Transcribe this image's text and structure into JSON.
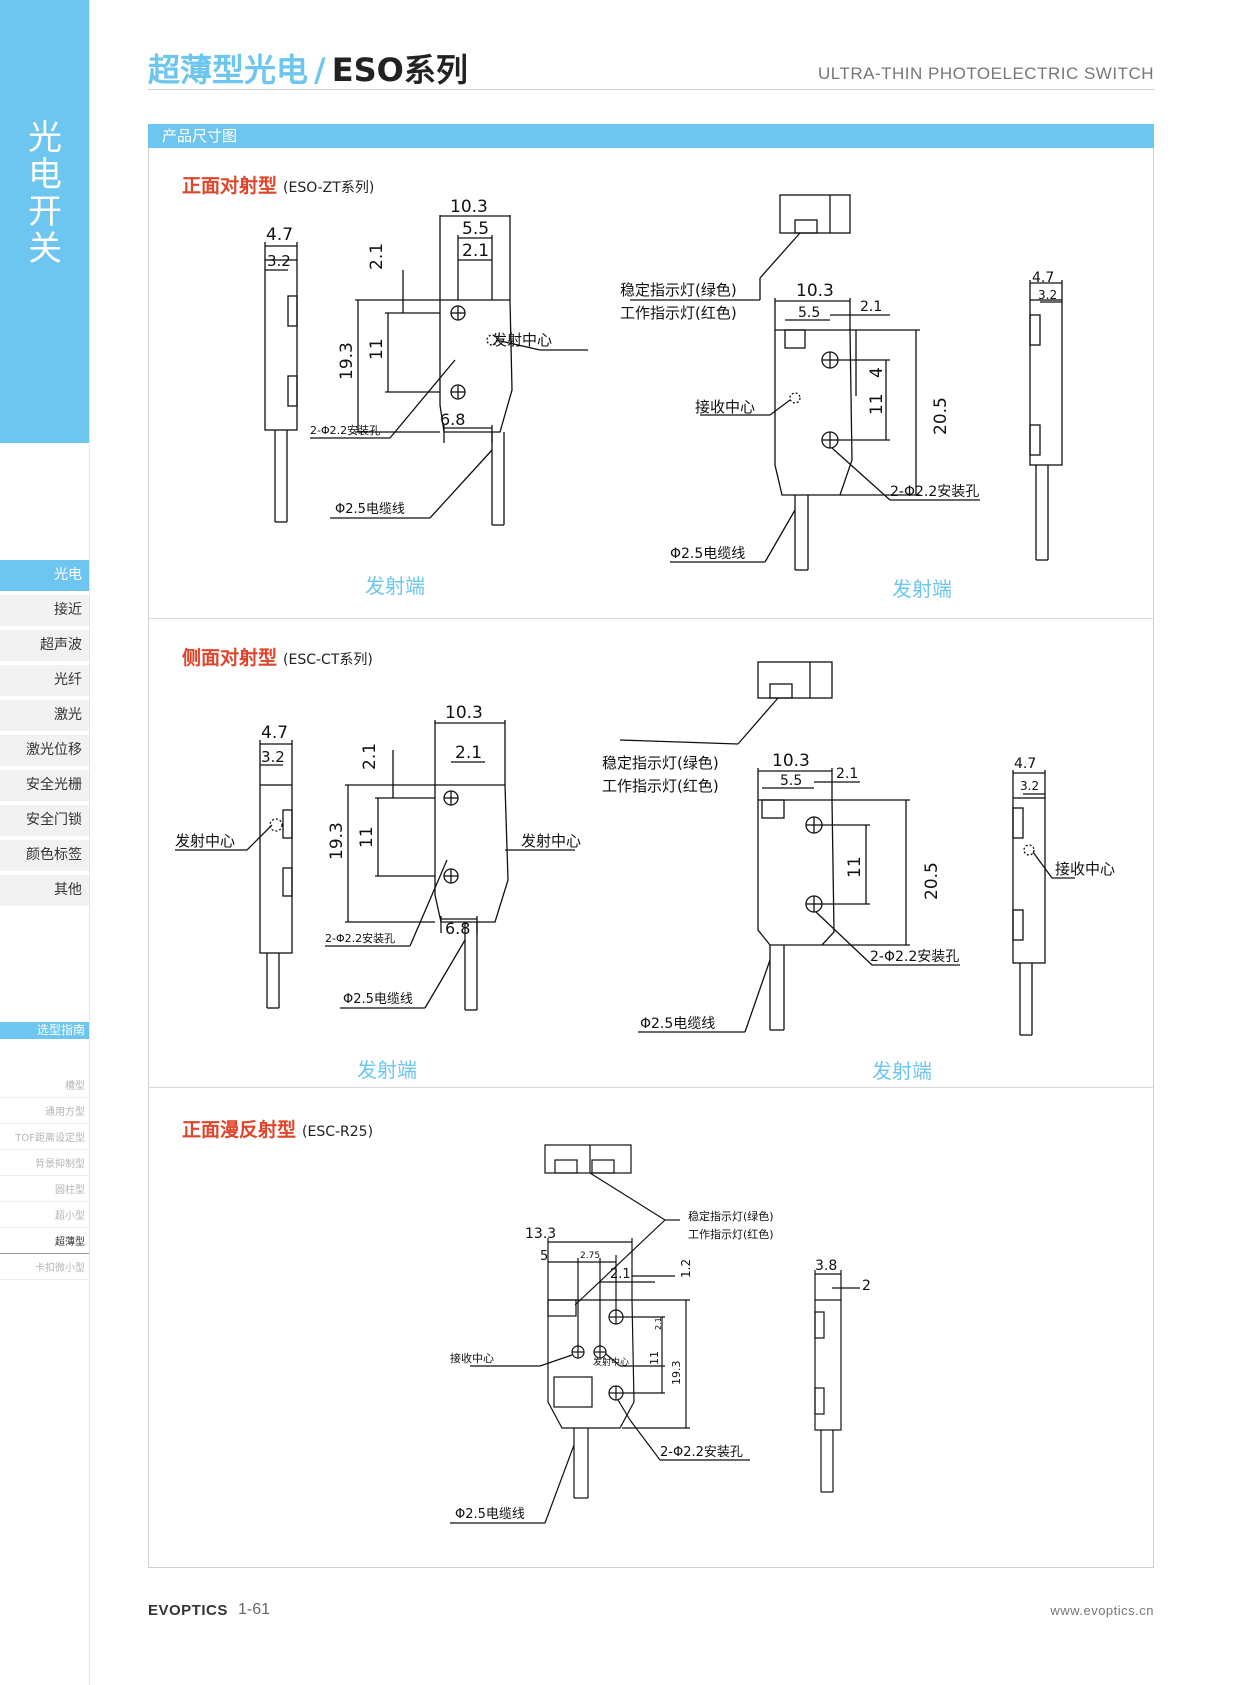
{
  "sidebar": {
    "vertical_title": "光电开关",
    "categories": [
      "光电",
      "接近",
      "超声波",
      "光纤",
      "激光",
      "激光位移",
      "安全光栅",
      "安全门锁",
      "颜色标签",
      "其他"
    ],
    "active_category": "光电",
    "guide_label": "选型指南",
    "guide_items": [
      "槽型",
      "通用方型",
      "TOF距离设定型",
      "背景抑制型",
      "圆柱型",
      "超小型",
      "超薄型",
      "卡扣微小型"
    ],
    "active_guide_item": "超薄型"
  },
  "header": {
    "title_cn": "超薄型光电",
    "slash": "/",
    "title_series": "ESO系列",
    "title_en": "ULTRA-THIN PHOTOELECTRIC SWITCH"
  },
  "section_bar": "产品尺寸图",
  "sections": [
    {
      "title": "正面对射型",
      "model": "(ESO-ZT系列)",
      "left_drawing": {
        "dims": {
          "side_outer": "4.7",
          "side_inner": "3.2",
          "width": "10.3",
          "w1": "5.5",
          "w2": "2.1",
          "top": "2.1",
          "height": "19.3",
          "hole": "11",
          "bottom": "6.8"
        },
        "labels": {
          "center": "发射中心",
          "holes": "2-Φ2.2安装孔",
          "cable": "Φ2.5电缆线"
        }
      },
      "right_drawing": {
        "dims": {
          "width": "10.3",
          "w1": "5.5",
          "w2": "2.1",
          "d4": "4",
          "hole": "11",
          "height": "20.5",
          "side_outer": "4.7",
          "side_inner": "3.2"
        },
        "labels": {
          "led_green": "稳定指示灯(绿色)",
          "led_red": "工作指示灯(红色)",
          "center": "接收中心",
          "holes": "2-Φ2.2安装孔",
          "cable": "Φ2.5电缆线"
        }
      },
      "end_left": "发射端",
      "end_right": "发射端"
    },
    {
      "title": "侧面对射型",
      "model": "(ESC-CT系列)",
      "left_drawing": {
        "dims": {
          "side_outer": "4.7",
          "side_inner": "3.2",
          "width": "10.3",
          "w2": "2.1",
          "top": "2.1",
          "height": "19.3",
          "hole": "11",
          "bottom": "6.8"
        },
        "labels": {
          "side_center": "发射中心",
          "center": "发射中心",
          "holes": "2-Φ2.2安装孔",
          "cable": "Φ2.5电缆线"
        }
      },
      "right_drawing": {
        "dims": {
          "width": "10.3",
          "w1": "5.5",
          "w2": "2.1",
          "hole": "11",
          "height": "20.5",
          "side_outer": "4.7",
          "side_inner": "3.2"
        },
        "labels": {
          "led_green": "稳定指示灯(绿色)",
          "led_red": "工作指示灯(红色)",
          "side_center": "接收中心",
          "holes": "2-Φ2.2安装孔",
          "cable": "Φ2.5电缆线"
        }
      },
      "end_left": "发射端",
      "end_right": "发射端"
    },
    {
      "title": "正面漫反射型",
      "model": "(ESC-R25)",
      "drawing": {
        "dims": {
          "width": "13.3",
          "w1": "5",
          "w2": "2.75",
          "w3": "2.1",
          "top": "1.2",
          "small": "2.1",
          "hole": "11",
          "height": "19.3",
          "side_outer": "3.8",
          "side_inner": "2"
        },
        "labels": {
          "led_green": "稳定指示灯(绿色)",
          "led_red": "工作指示灯(红色)",
          "recv": "接收中心",
          "emit": "发射中心",
          "holes": "2-Φ2.2安装孔",
          "cable": "Φ2.5电缆线"
        }
      }
    }
  ],
  "footer": {
    "logo": "EVOPTICS",
    "page": "1-61",
    "website": "www.evoptics.cn"
  }
}
